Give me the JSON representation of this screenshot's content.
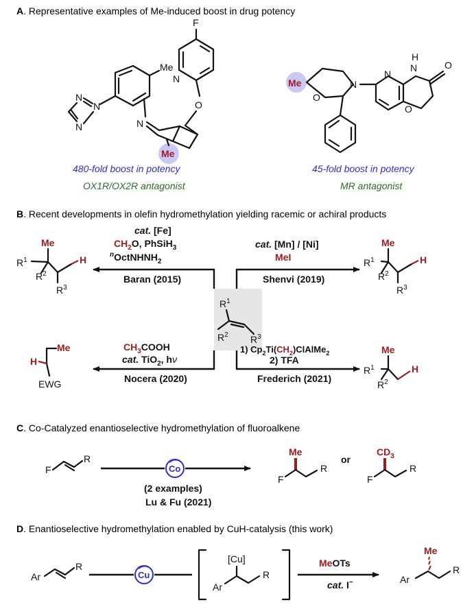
{
  "colors": {
    "accent_red": "#a31b1b",
    "blue_text": "#2b2fd1",
    "green_text": "#2e6a2b",
    "highlight": "#c9c9f5",
    "shade": "#e6e6e6"
  },
  "section_a": {
    "letter": "A",
    "title": ". Representative examples of Me-induced boost in drug potency",
    "left": {
      "boost": "480-fold boost in potency",
      "target": "OX1R/OX2R antagonist",
      "F": "F",
      "N_py": "N",
      "O": "O",
      "Me_top": "Me",
      "N_tr1": "N",
      "N_tr2": "N",
      "N_tr3": "N",
      "N_pip": "N",
      "Me_high": "Me"
    },
    "right": {
      "boost": "45-fold boost in potency",
      "target": "MR antagonist",
      "Me_high": "Me",
      "O_ring": "O",
      "N_morph": "N",
      "N_py": "N",
      "H": "H",
      "N_lac": "N",
      "O_co": "O",
      "O_ring2": "O"
    }
  },
  "section_b": {
    "letter": "B",
    "title": ". Recent developments in olefin hydromethylation yielding racemic or achiral products",
    "center": {
      "R1": "R",
      "R1s": "1",
      "R2": "R",
      "R2s": "2",
      "R3": "R",
      "R3s": "3"
    },
    "baran": {
      "cat_prefix": "cat.",
      "cat": " [Fe]",
      "r1_red": "CH",
      "r1_sub": "2",
      "r1_rest": "O, PhSiH",
      "r1_sub2": "3",
      "r2_sup": "n",
      "r2": "OctNHNH",
      "r2_sub": "2",
      "name": "Baran (2015)"
    },
    "shenvi": {
      "cat_prefix": "cat.",
      "cat": " [Mn] / [Ni]",
      "reagent": "MeI",
      "name": "Shenvi (2019)"
    },
    "nocera": {
      "r1_a": "CH",
      "r1_sub": "3",
      "r1_b": "COOH",
      "cat_prefix": "cat.",
      "cat": " TiO",
      "cat_sub": "2",
      "cat_rest": ", h",
      "nu": "ν",
      "name": "Nocera (2020)"
    },
    "frederich": {
      "step1_a": "1) Cp",
      "step1_sub": "2",
      "step1_b": "Ti(",
      "step1_red": "CH",
      "step1_red_sub": "2",
      "step1_c": ")ClAlMe",
      "step1_sub2": "2",
      "step2": "2) TFA",
      "name": "Frederich (2021)"
    },
    "p_tl": {
      "Me": "Me",
      "R1": "R",
      "R1s": "1",
      "R2": "R",
      "R2s": "2",
      "R3": "R",
      "R3s": "3",
      "H": "H"
    },
    "p_tr": {
      "Me": "Me",
      "R1": "R",
      "R1s": "1",
      "R2": "R",
      "R2s": "2",
      "R3": "R",
      "R3s": "3",
      "H": "H"
    },
    "p_bl": {
      "Me": "Me",
      "H": "H",
      "EWG": "EWG"
    },
    "p_br": {
      "Me": "Me",
      "R1": "R",
      "R1s": "1",
      "R2": "R",
      "R2s": "2",
      "H": "H"
    }
  },
  "section_c": {
    "letter": "C",
    "title": ". Co-Catalyzed enantioselective hydromethylation of fluoroalkene",
    "sm": {
      "F": "F",
      "R": "R"
    },
    "catalyst": "Co",
    "note1": "(2 examples)",
    "note2": "Lu & Fu (2021)",
    "p1": {
      "Me": "Me",
      "F": "F",
      "R": "R"
    },
    "or": "or",
    "p2": {
      "CD": "CD",
      "CD_sub": "3",
      "F": "F",
      "R": "R"
    }
  },
  "section_d": {
    "letter": "D",
    "title": ". Enantioselective hydromethylation enabled by CuH-catalysis (this work)",
    "sm": {
      "Ar": "Ar",
      "R": "R"
    },
    "catalyst": "Cu",
    "int": {
      "Cu": "[Cu]",
      "Ar": "Ar",
      "R": "R"
    },
    "reagent_red": "Me",
    "reagent_rest": "OTs",
    "cat_prefix": "cat.",
    "cat": " I",
    "cat_sup": "−",
    "prod": {
      "Me": "Me",
      "Ar": "Ar",
      "R": "R"
    }
  }
}
